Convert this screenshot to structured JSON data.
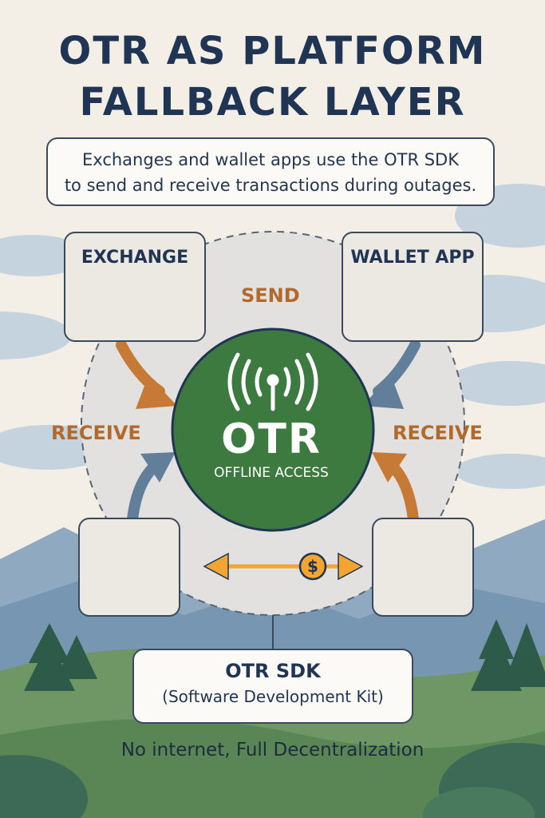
{
  "title_line1": "OTR AS PLATFORM",
  "title_line2": "FALLBACK LAYER",
  "subtitle_line1": "Exchanges and wallet apps use the OTR SDK",
  "subtitle_line2": "to send and receive transactions during outages.",
  "exchange": {
    "label": "EXCHANGE",
    "icon": "dollar-coin-icon"
  },
  "wallet": {
    "label": "WALLET APP",
    "icon": "wallet-icon"
  },
  "flows": {
    "send": "SEND",
    "receive_left": "RECEIVE",
    "receive_right": "RECEIVE"
  },
  "hub": {
    "title": "OTR",
    "subtitle": "OFFLINE ACCESS",
    "icon": "broadcast-antenna-icon"
  },
  "bluetooth": {
    "icon": "bluetooth-icon"
  },
  "lock": {
    "icon": "padlock-icon"
  },
  "transfer": {
    "icon": "two-way-arrow-coin-icon"
  },
  "sdk": {
    "title": "OTR SDK",
    "subtitle": "(Software Development Kit)"
  },
  "footer": "No internet, Full Decentralization",
  "colors": {
    "navy": "#1f3553",
    "green": "#3d7a3f",
    "orange": "#c77a35",
    "blue": "#2c5d7d",
    "coin": "#f2a531"
  }
}
